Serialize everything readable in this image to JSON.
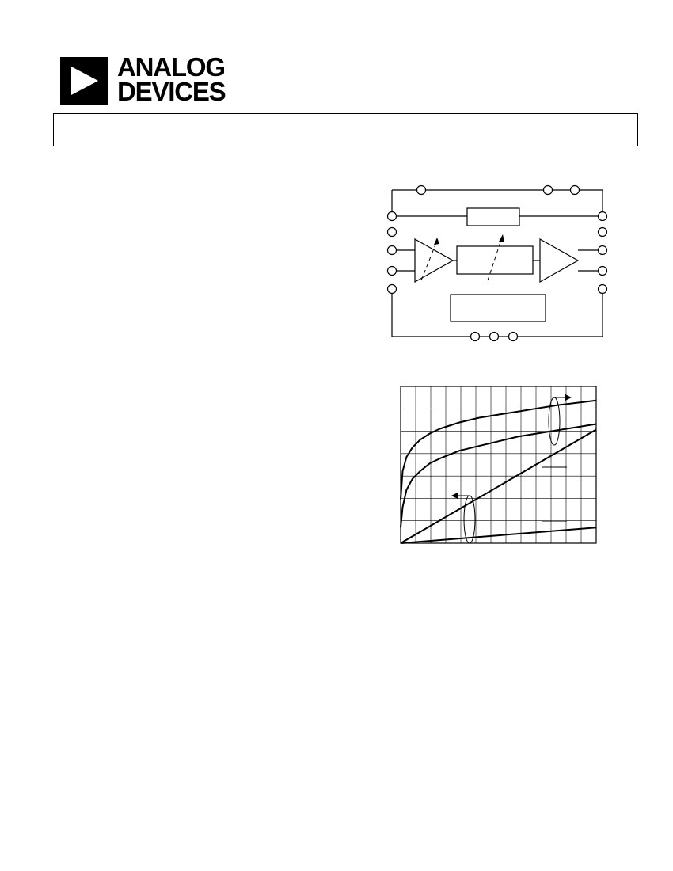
{
  "header": {
    "logo": {
      "line1": "ANALOG",
      "line2": "DEVICES",
      "mark": "triangle-logo-icon"
    },
    "title_box": ""
  },
  "chart_data": {
    "type": "line",
    "title": "",
    "xlabel": "",
    "ylabel": "",
    "xlim": [
      0,
      10
    ],
    "ylim": [
      0,
      10
    ],
    "grid": true,
    "x_divisions": 13,
    "y_divisions": 7,
    "series": [
      {
        "x": [
          0,
          0.1,
          0.3,
          0.6,
          1,
          1.5,
          2,
          3,
          4,
          5,
          6,
          7,
          8,
          9,
          10
        ],
        "y": [
          2.8,
          4.6,
          5.5,
          6.1,
          6.6,
          7.0,
          7.3,
          7.7,
          8.0,
          8.2,
          8.4,
          8.6,
          8.8,
          8.95,
          9.1
        ]
      },
      {
        "x": [
          0,
          0.1,
          0.3,
          0.6,
          1,
          1.5,
          2,
          3,
          4,
          5,
          6,
          7,
          8,
          9,
          10
        ],
        "y": [
          1.0,
          2.3,
          3.4,
          4.1,
          4.6,
          5.1,
          5.4,
          5.9,
          6.2,
          6.5,
          6.8,
          7.0,
          7.2,
          7.4,
          7.6
        ]
      },
      {
        "x": [
          0,
          10
        ],
        "y": [
          0,
          7.25
        ]
      },
      {
        "x": [
          0,
          10
        ],
        "y": [
          0,
          1.0
        ]
      }
    ]
  }
}
